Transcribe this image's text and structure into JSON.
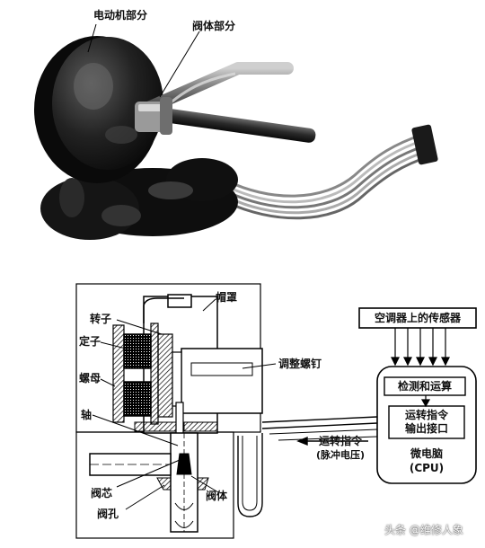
{
  "photo": {
    "label_motor": "电动机部分",
    "label_valve": "阀体部分"
  },
  "section": {
    "label_rotor": "转子",
    "label_stator": "定子",
    "label_nut": "螺母",
    "label_shaft": "轴",
    "label_valve_core": "阀芯",
    "label_valve_hole": "阀孔",
    "label_cap": "帽罩",
    "label_adjust_screw": "调整螺钉",
    "label_valve_body": "阀体"
  },
  "controller": {
    "sensors_box": "空调器上的传感器",
    "detect_box": "检测和运算",
    "output_box_line1": "运转指令",
    "output_box_line2": "输出接口",
    "cpu_line1": "微电脑",
    "cpu_line2": "(CPU)"
  },
  "signal": {
    "line1": "运转指令",
    "line2": "(脉冲电压)"
  },
  "watermark": "头条 @维修人象"
}
